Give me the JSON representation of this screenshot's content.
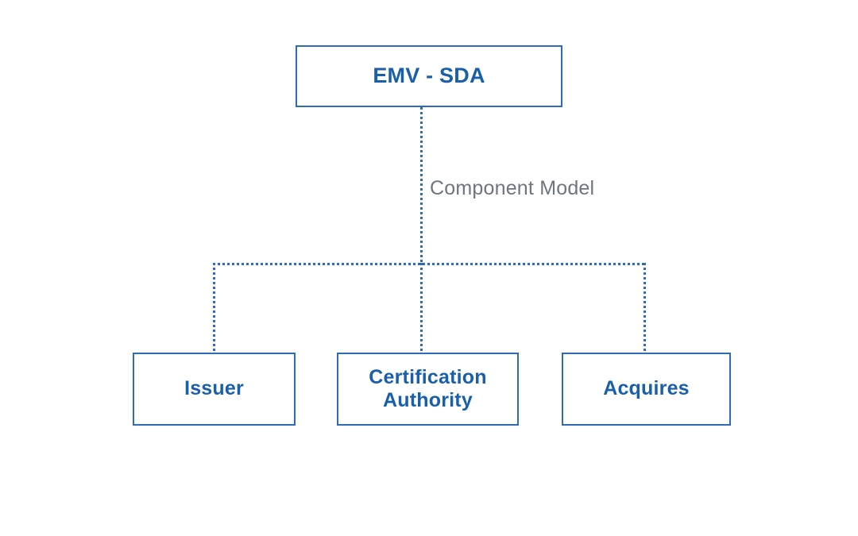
{
  "diagram": {
    "type": "hierarchy-tree",
    "title": "EMV - SDA Component Model",
    "background_color": "#ffffff",
    "colors": {
      "node_border": "#2f6cb5",
      "node_text": "#1a5faa",
      "connector": "#2f6cb5",
      "edge_label_text": "#6f757e"
    },
    "root": {
      "label": "EMV - SDA"
    },
    "edge_label": {
      "text": "Component Model"
    },
    "children": [
      {
        "label": "Issuer"
      },
      {
        "label": "Certification\nAuthority"
      },
      {
        "label": "Acquires"
      }
    ],
    "connector_style": "dotted"
  }
}
